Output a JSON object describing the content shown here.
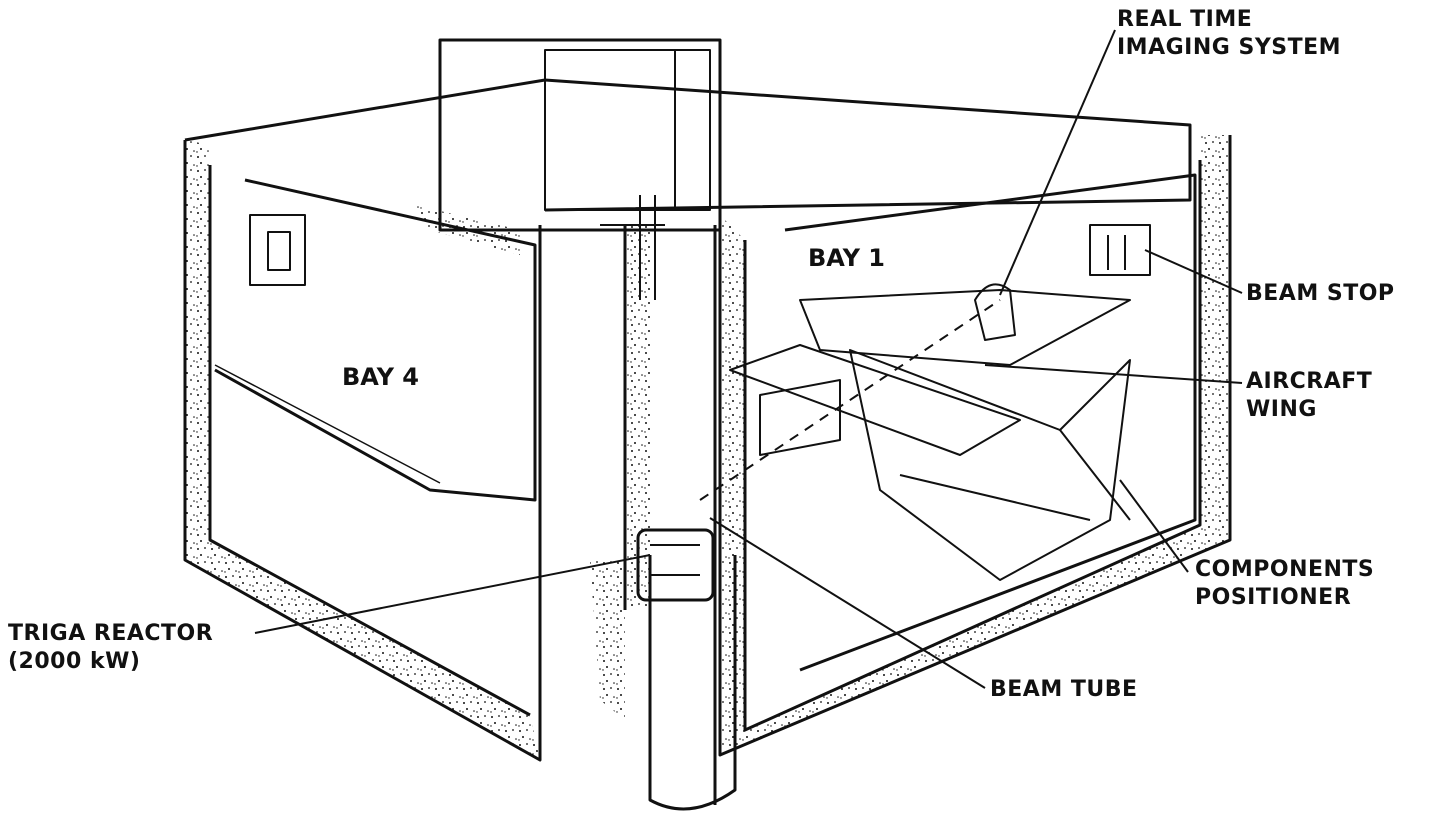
{
  "bays": {
    "bay1": "BAY 1",
    "bay4": "BAY 4"
  },
  "callouts": {
    "imaging_line1": "REAL TIME",
    "imaging_line2": "IMAGING SYSTEM",
    "beam_stop": "BEAM STOP",
    "wing_line1": "AIRCRAFT",
    "wing_line2": "WING",
    "positioner_line1": "COMPONENTS",
    "positioner_line2": "POSITIONER",
    "beam_tube": "BEAM TUBE",
    "reactor_line1": "TRIGA REACTOR",
    "reactor_line2": "(2000 kW)"
  },
  "colors": {
    "ink": "#111111",
    "paper": "#ffffff"
  }
}
